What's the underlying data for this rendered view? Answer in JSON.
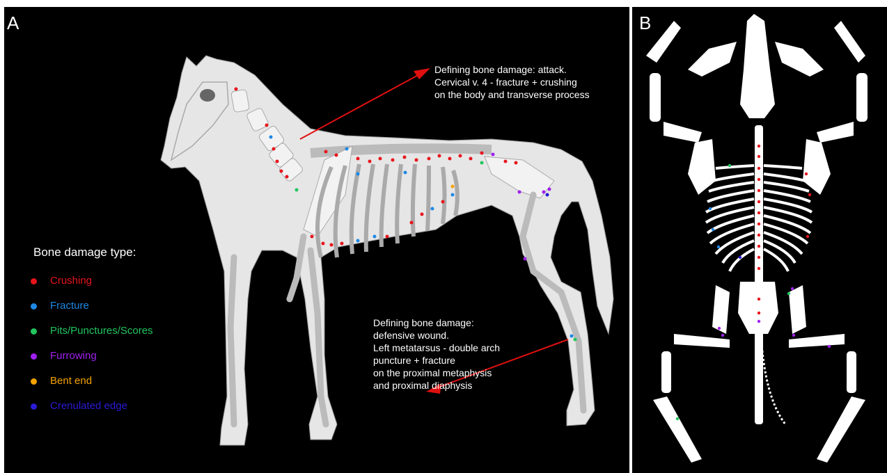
{
  "panel_a": {
    "letter": "A",
    "callout_attack": "Defining bone damage: attack.\nCervical v. 4 - fracture + crushing\non the body and transverse process",
    "callout_defense": "Defining bone damage:\ndefensive wound.\nLeft metatarsus - double arch\npuncture + fracture\non the proximal metaphysis\nand proximal diaphysis",
    "legend_title": "Bone damage type:",
    "legend": [
      {
        "label": "Crushing",
        "color": "#e8141c"
      },
      {
        "label": "Fracture",
        "color": "#1e88e5"
      },
      {
        "label": "Pits/Punctures/Scores",
        "color": "#22c55e"
      },
      {
        "label": "Furrowing",
        "color": "#a020f0"
      },
      {
        "label": "Bent end",
        "color": "#f5a300"
      },
      {
        "label": "Crenulated edge",
        "color": "#2a1bd6"
      }
    ]
  },
  "panel_b": {
    "letter": "B"
  },
  "colors": {
    "background": "#000000",
    "horse_fill": "#e6e6e6",
    "bone": "#ffffff",
    "arrow": "#e01010"
  }
}
